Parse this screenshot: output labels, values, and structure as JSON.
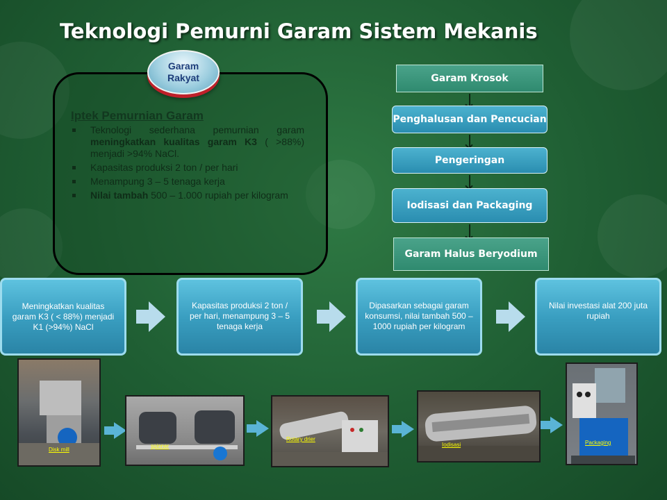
{
  "title": "Teknologi Pemurni Garam Sistem Mekanis",
  "badge": {
    "line1": "Garam",
    "line2": "Rakyat"
  },
  "iptek": {
    "heading": "Iptek Pemurnian Garam",
    "item1": {
      "pre": "Teknologi sederhana pemurnian garam ",
      "bold1": "meningkatkan kualitas garam K3",
      "post": " ( >88%) menjadi >94% NaCl."
    },
    "item2": "Kapasitas produksi 2 ton / per hari",
    "item3": "Menampung 3 – 5 tenaga kerja",
    "item4": {
      "bold": "Nilai tambah",
      "post": " 500 – 1.000 rupiah per kilogram"
    }
  },
  "flow": {
    "step1": "Garam Krosok",
    "step2": "Penghalusan dan Pencucian",
    "step3": "Pengeringan",
    "step4": "Iodisasi dan Packaging",
    "step5": "Garam Halus Beryodium"
  },
  "cards": {
    "card1": "Meningkatkan kualitas garam K3 ( < 88%) menjadi K1 (>94%) NaCl",
    "card2": "Kapasitas produksi 2 ton / per hari, menampung 3 – 5 tenaga kerja",
    "card3": "Dipasarkan sebagai garam konsumsi, nilai tambah 500 – 1000 rupiah per kilogram",
    "card4": "Nilai  investasi alat 200 juta rupiah"
  },
  "photos": {
    "photo1": "Disk mill",
    "photo2": "spinner",
    "photo3": "Rotary drier",
    "photo4": "Iodisasi",
    "photo5": "Packaging"
  },
  "colors": {
    "background": "#1f5e33",
    "flow_teal": "#3a957a",
    "flow_blue": "#3aa0c2",
    "card_blue": "#3a9fc1",
    "badge_red": "#c0202a"
  }
}
